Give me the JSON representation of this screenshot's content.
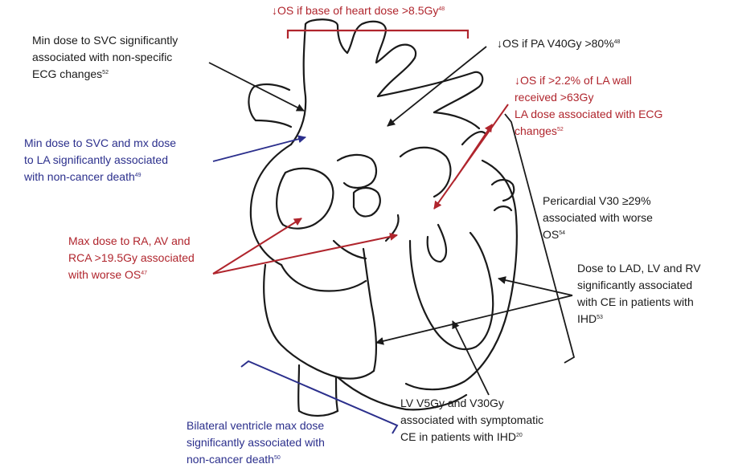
{
  "annotations": {
    "base_of_heart": {
      "text": "↓OS if base of heart dose >8.5Gy",
      "ref": "48"
    },
    "svc_ecg": {
      "lines": [
        "Min dose to SVC significantly",
        "associated with non-specific",
        "ECG changes"
      ],
      "ref": "52"
    },
    "pa_v40": {
      "text": "↓OS if PA V40Gy >80%",
      "ref": "48"
    },
    "la_wall": {
      "lines": [
        "↓OS if >2.2% of LA wall",
        "received >63Gy",
        "LA dose associated with ECG",
        "changes"
      ],
      "ref": "52"
    },
    "svc_la_death": {
      "lines": [
        "Min dose to SVC and mx dose",
        "to LA significantly associated",
        "with non-cancer death"
      ],
      "ref": "49"
    },
    "pericardial": {
      "lines": [
        "Pericardial V30 ≥29%",
        "associated with worse",
        "OS"
      ],
      "ref": "54"
    },
    "ra_av_rca": {
      "lines": [
        "Max dose to RA, AV and",
        "RCA >19.5Gy associated",
        "with worse OS"
      ],
      "ref": "47"
    },
    "lad_lv_rv": {
      "lines": [
        "Dose to LAD, LV and RV",
        "significantly associated",
        "with CE in patients with",
        "IHD"
      ],
      "ref": "53"
    },
    "lv_v5": {
      "lines": [
        "LV V5Gy and V30Gy",
        "associated with symptomatic",
        "CE in patients with IHD"
      ],
      "ref": "20"
    },
    "bilateral": {
      "lines": [
        "Bilateral ventricle max dose",
        "significantly associated with",
        "non-cancer death"
      ],
      "ref": "50"
    }
  },
  "colors": {
    "black": "#1a1a1a",
    "red": "#b0252d",
    "blue": "#2b2f8c"
  }
}
